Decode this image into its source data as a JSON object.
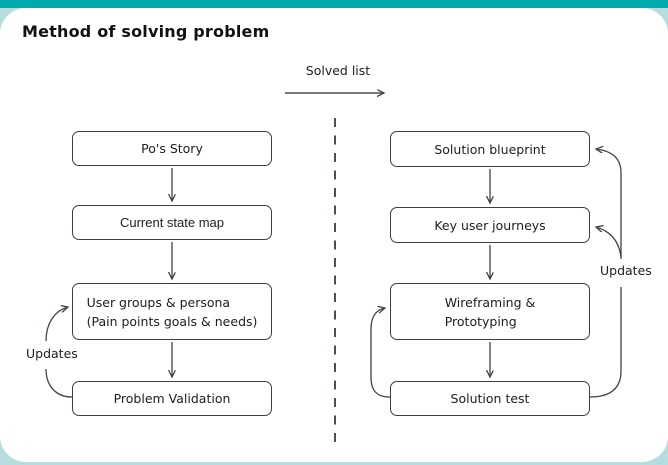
{
  "page": {
    "title": "Method of solving problem"
  },
  "colors": {
    "top_bar": "#00a9ad",
    "frame_bg": "#b5dde0",
    "box_border": "#3a3f44",
    "arrow": "#3f4449",
    "ink": "#1d1d1f"
  },
  "transition": {
    "solved_list_label": "Solved list"
  },
  "left_flow": {
    "box1": "Po's Story",
    "box2": "Current state map",
    "box3_line1": "User groups & persona",
    "box3_line2": "(Pain points goals & needs)",
    "box4": "Problem Validation",
    "updates_label": "Updates"
  },
  "right_flow": {
    "box1": "Solution blueprint",
    "box2": "Key user journeys",
    "box3_line1": "Wireframing &",
    "box3_line2": "Prototyping",
    "box4": "Solution test",
    "updates_label": "Updates"
  }
}
